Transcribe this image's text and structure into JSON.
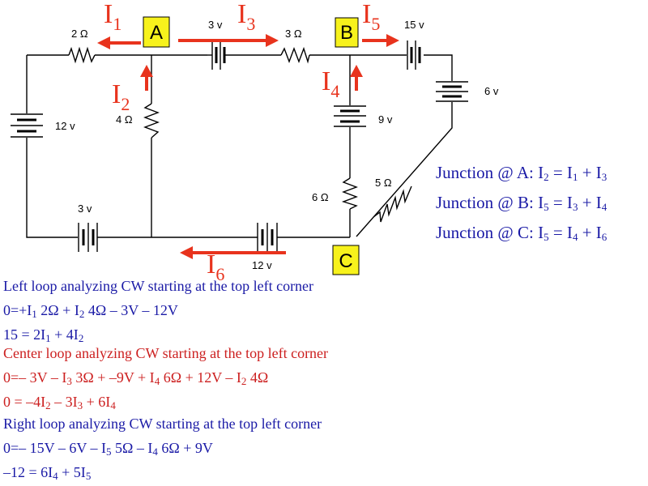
{
  "nodes": {
    "A": "A",
    "B": "B",
    "C": "C"
  },
  "components": {
    "r_top_left": "2 Ω",
    "r_top_mid": "3 Ω",
    "r_a_branch": "4 Ω",
    "r_b_branch": "6 Ω",
    "r_right_diag": "5 Ω",
    "bat_top_mid": "3 v",
    "bat_top_right": "15 v",
    "bat_right": "6 v",
    "bat_b_branch": "9 v",
    "bat_left": "12 v",
    "bat_bottom_left": "3 v",
    "bat_bottom_mid": "12 v"
  },
  "currents": {
    "I1": {
      "main": "I",
      "sub": "1"
    },
    "I2": {
      "main": "I",
      "sub": "2"
    },
    "I3": {
      "main": "I",
      "sub": "3"
    },
    "I4": {
      "main": "I",
      "sub": "4"
    },
    "I5": {
      "main": "I",
      "sub": "5"
    },
    "I6": {
      "main": "I",
      "sub": "6"
    }
  },
  "junctions": [
    "Junction @ A: I<sub>2</sub> = I<sub>1</sub> + I<sub>3</sub>",
    "Junction @ B: I<sub>5</sub> = I<sub>3</sub> + I<sub>4</sub>",
    "Junction @ C: I<sub>5</sub> = I<sub>4</sub> + I<sub>6</sub>"
  ],
  "loops": [
    {
      "title": "Left loop analyzing CW starting at the top left corner",
      "eq1": "0=+I<sub>1</sub> 2Ω + I<sub>2</sub> 4Ω – 3V – 12V",
      "eq2": "15 = 2I<sub>1</sub> + 4I<sub>2</sub>"
    },
    {
      "title": "Center loop analyzing CW starting at the top left corner",
      "eq1": "0=– 3V – I<sub>3</sub> 3Ω + –9V + I<sub>4</sub> 6Ω + 12V – I<sub>2</sub> 4Ω",
      "eq2": "0 = –4I<sub>2</sub> – 3I<sub>3</sub> + 6I<sub>4</sub>"
    },
    {
      "title": "Right loop analyzing CW starting at the top left corner",
      "eq1": "0=– 15V – 6V – I<sub>5</sub> 5Ω – I<sub>4</sub> 6Ω + 9V",
      "eq2": "–12 = 6I<sub>4</sub> + 5I<sub>5</sub>"
    }
  ],
  "colors": {
    "current": "#e8331d",
    "node": "#f7f21c",
    "blue_text": "#1a1aa6",
    "red_text": "#cc1f1f"
  }
}
